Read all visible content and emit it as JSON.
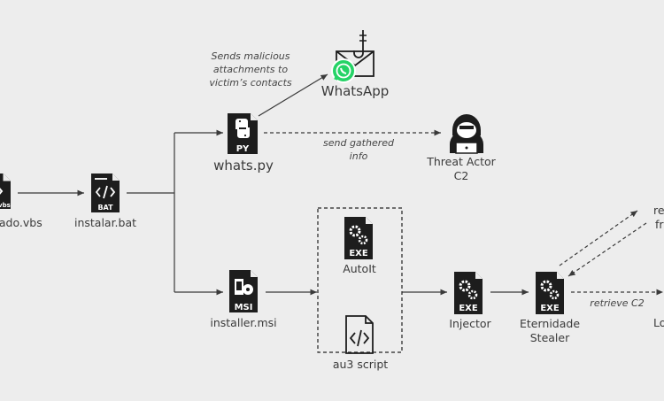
{
  "nodes": {
    "vbs": {
      "label": "cado.vbs",
      "icon": "vbs"
    },
    "bat": {
      "label": "instalar.bat",
      "icon": "BAT"
    },
    "py": {
      "label": "whats.py",
      "icon": "PY"
    },
    "whatsapp": {
      "label": "WhatsApp"
    },
    "threat": {
      "label_line1": "Threat Actor",
      "label_line2": "C2"
    },
    "msi": {
      "label": "installer.msi",
      "icon": "MSI"
    },
    "autoit": {
      "label": "AutoIt",
      "icon": "EXE"
    },
    "au3": {
      "label": "au3 script"
    },
    "injector": {
      "label": "Injector",
      "icon": "EXE"
    },
    "stealer": {
      "label_line1": "Eternidade",
      "label_line2": "Stealer",
      "icon": "EXE"
    },
    "cut_top_1": {
      "label": "re"
    },
    "cut_top_2": {
      "label": "fr"
    },
    "cut_bottom": {
      "label": "Lo"
    }
  },
  "edges": {
    "sends": {
      "line1": "Sends malicious",
      "line2": "attachments to",
      "line3": "victim’s contacts"
    },
    "gathered": {
      "line1": "send gathered",
      "line2": "info"
    },
    "retrieve": {
      "label": "retrieve C2"
    }
  },
  "colors": {
    "background": "#ededed",
    "icon": "#1d1d1d",
    "line": "#3a3a3a",
    "whatsapp_green": "#25d366"
  }
}
